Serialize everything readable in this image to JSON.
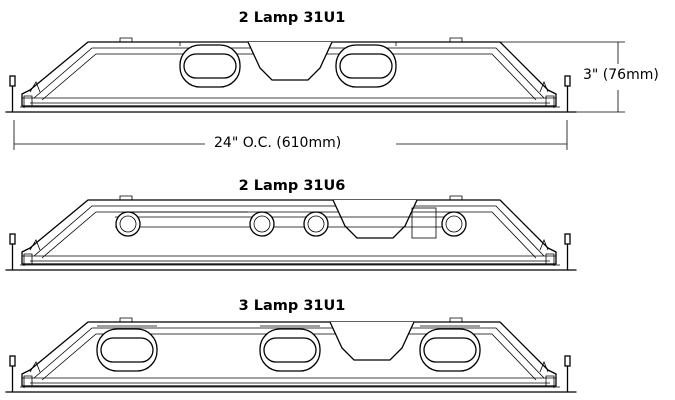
{
  "diagrams": [
    {
      "title": "2 Lamp 31U1"
    },
    {
      "title": "2 Lamp 31U6"
    },
    {
      "title": "3 Lamp 31U1"
    }
  ],
  "dimensions": {
    "width_label": "24\" O.C. (610mm)",
    "height_label": "3\" (76mm)"
  }
}
